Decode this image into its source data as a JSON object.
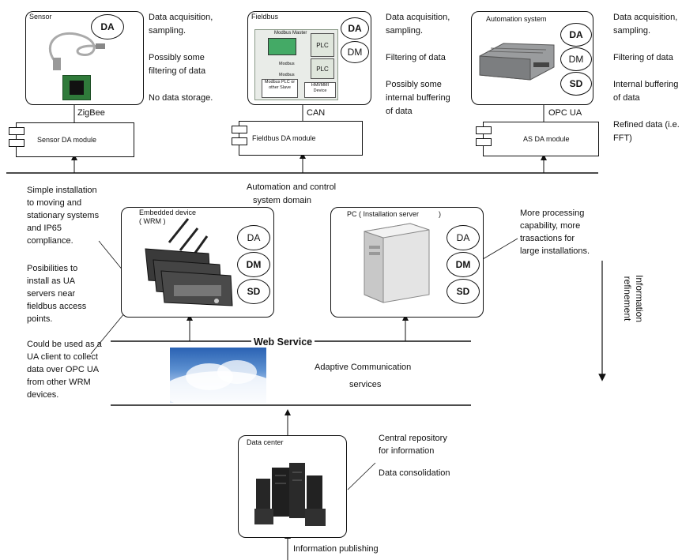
{
  "top": {
    "sensor": {
      "title": "Sensor",
      "ovals": [
        "DA"
      ],
      "notes": [
        "Data acquisition,",
        "sampling.",
        "Possibly some",
        "filtering of data",
        "No data storage."
      ],
      "link": "ZigBee",
      "module": "Sensor DA module"
    },
    "fieldbus": {
      "title": "Fieldbus",
      "ovals": [
        "DA",
        "DM"
      ],
      "notes": [
        "Data acquisition,",
        "sampling.",
        "Filtering of data",
        "Possibly some",
        "internal buffering",
        "of data"
      ],
      "link": "CAN",
      "module": "Fieldbus DA module",
      "diagram_labels": [
        "Modbus Master",
        "PLC",
        "PLC",
        "Modbus PLC or other Slave",
        "HMI/MMI Device",
        "Modbus",
        "Modbus"
      ]
    },
    "automation": {
      "title": "Automation system",
      "ovals": [
        "DA",
        "DM",
        "SD"
      ],
      "notes": [
        "Data acquisition,",
        "sampling.",
        "Filtering of data",
        "Internal buffering",
        "of data",
        "Refined data (i.e.",
        "FFT)"
      ],
      "link": "OPC UA",
      "module": "AS DA module"
    }
  },
  "domain_label": [
    "Automation and control",
    "system domain"
  ],
  "middle": {
    "left_notes": {
      "a": [
        "Simple installation",
        "to moving and",
        "stationary systems",
        "and IP65",
        "compliance."
      ],
      "b": [
        "Posibilities to",
        "install as UA",
        "servers near",
        "fieldbus access",
        "points."
      ],
      "c": [
        "Could be used as a",
        "UA client to collect",
        "data over OPC UA",
        "from other WRM",
        "devices."
      ]
    },
    "embedded": {
      "title": "Embedded device",
      "subtitle": "( WRM )",
      "ovals": [
        "DA",
        "DM",
        "SD"
      ]
    },
    "pc": {
      "title": "PC ( Installation server",
      "ovals": [
        "DA",
        "DM",
        "SD"
      ],
      "notes": [
        "More processing",
        "capability, more",
        "trasactions for",
        "large installations."
      ]
    },
    "refinement": [
      "Information",
      "refinement"
    ]
  },
  "web_service": "Web Service",
  "adaptive": [
    "Adaptive Communication",
    "services"
  ],
  "bottom": {
    "datacenter": "Data center",
    "notes": [
      "Central repository",
      "for information",
      "Data consolidation"
    ],
    "publishing": "Information publishing"
  }
}
